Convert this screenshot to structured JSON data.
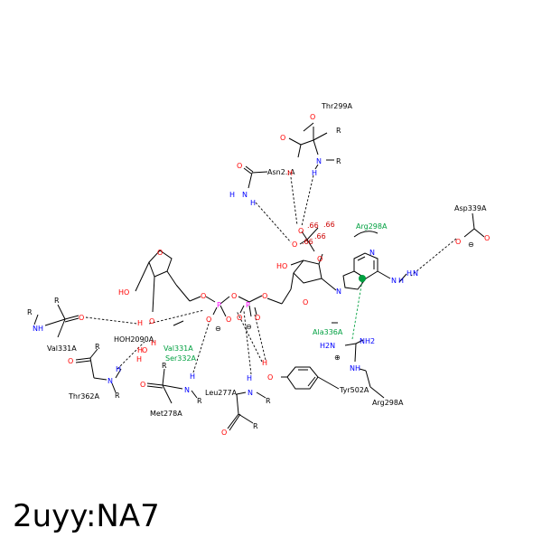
{
  "caption": "2uyy:NA7",
  "labels": {
    "thr299": "Thr299A",
    "asn2": "Asn2.:A",
    "asp339": "Asp339A",
    "arg298_top": "Arg298A",
    "ala336": "Ala336A",
    "val331_left": "Val331A",
    "hoh2090": "HOH2090A",
    "val331_green": "Val331A",
    "ser332": "Ser332A",
    "thr362": "Thr362A",
    "met278": "Met278A",
    "leu277": "Leu277A",
    "tyr502": "Tyr502A",
    "arg298_bot": "Arg298A",
    "d1": ".66",
    "d2": ".66",
    "d3": ".66",
    "d4": ".66"
  },
  "atoms": {
    "O": "O",
    "N": "N",
    "H": "H",
    "P": "P",
    "R": "R",
    "HO": "HO",
    "OH": "OH",
    "NH": "NH",
    "NH2": "NH2",
    "H2N": "H2N",
    "minus": "⊖",
    "plus": "⊕"
  }
}
